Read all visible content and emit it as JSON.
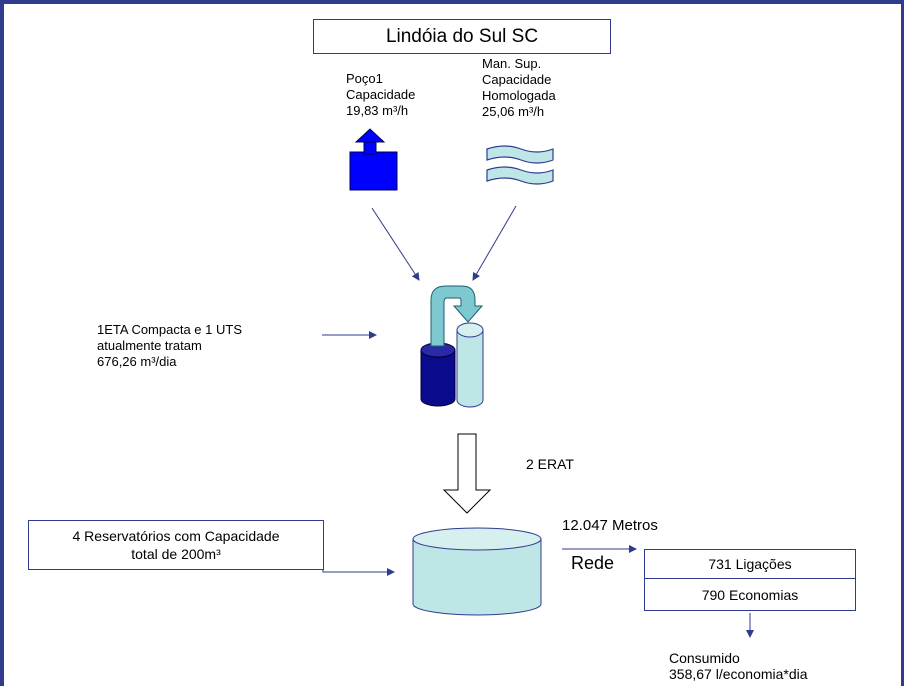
{
  "title": "Lindóia do Sul SC",
  "well": {
    "name": "Poço1",
    "cap_label": "Capacidade",
    "capacity": "19,83 m³/h"
  },
  "surface": {
    "line1": "Man. Sup.",
    "line2": "Capacidade",
    "line3": "Homologada",
    "capacity": "25,06 m³/h"
  },
  "treatment": {
    "line1": "1ETA Compacta e 1 UTS",
    "line2": "atualmente tratam",
    "line3": "676,26 m³/dia"
  },
  "erat_label": "2 ERAT",
  "reservoirs": {
    "line1": "4 Reservatórios com Capacidade",
    "line2": "total de 200m³"
  },
  "network": {
    "length": "12.047 Metros",
    "label": "Rede"
  },
  "connections": "731 Ligações",
  "economies": "790 Economias",
  "consumption": {
    "label": "Consumido",
    "value": "358,67 l/economia*dia"
  },
  "colors": {
    "frame": "#2f3b8f",
    "well_blue": "#0000ff",
    "tank_fill": "#bfe6e6",
    "dark_tank": "#0a0a8c"
  }
}
